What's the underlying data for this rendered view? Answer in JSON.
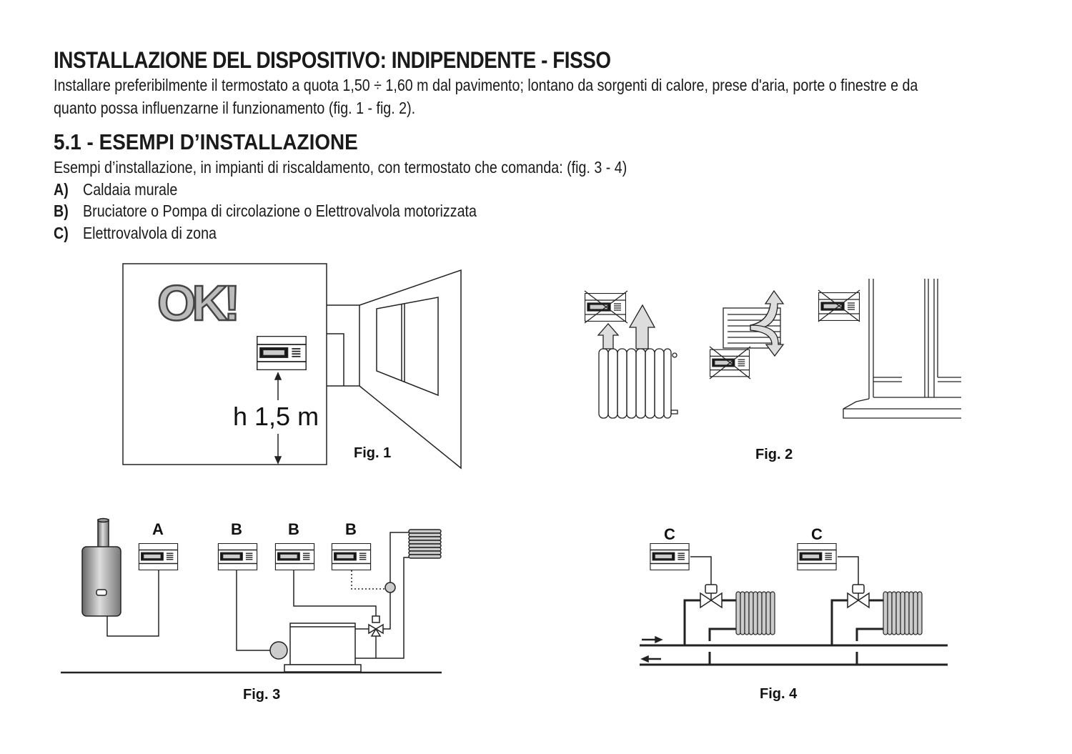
{
  "section": {
    "title": "INSTALLAZIONE DEL DISPOSITIVO: INDIPENDENTE - FISSO",
    "paragraph_line1": "Installare preferibilmente il termostato a quota 1,50 ÷ 1,60 m dal pavimento; lontano da sorgenti di calore, prese d'aria, porte o finestre e da",
    "paragraph_line2": "quanto possa influenzarne il funzionamento (fig. 1 - fig. 2)."
  },
  "subsection": {
    "title": "5.1 - ESEMPI D’INSTALLAZIONE",
    "intro": "Esempi d’installazione, in impianti di riscaldamento, con termostato che comanda: (fig. 3 - 4)",
    "items": [
      {
        "key": "A)",
        "text": "Caldaia murale"
      },
      {
        "key": "B)",
        "text": "Bruciatore o Pompa di circolazione o Elettrovalvola motorizzata"
      },
      {
        "key": "C)",
        "text": "Elettrovalvola di zona"
      }
    ]
  },
  "figures": {
    "fig1": {
      "caption": "Fig. 1",
      "ok_text": "OK!",
      "height_label": "h 1,5 m"
    },
    "fig2": {
      "caption": "Fig. 2"
    },
    "fig3": {
      "caption": "Fig. 3",
      "labels": [
        "A",
        "B",
        "B",
        "B"
      ]
    },
    "fig4": {
      "caption": "Fig. 4",
      "labels": [
        "C",
        "C"
      ]
    }
  }
}
